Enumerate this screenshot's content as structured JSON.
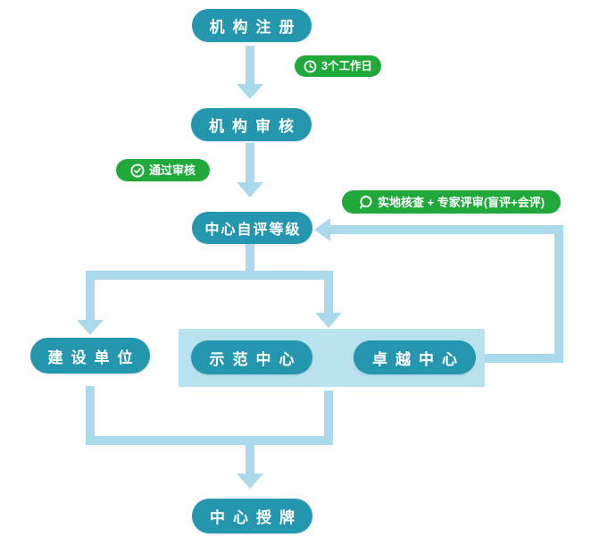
{
  "palette": {
    "node_fill": "#2496ad",
    "connector": "#a9d9ea",
    "container_fill": "#b9e2ee",
    "badge_green": "#20a83b",
    "text_white": "#ffffff"
  },
  "flowchart": {
    "nodes": {
      "registration": "机构注册",
      "review": "机构审核",
      "self_rating": "中心自评等级",
      "construction_unit": "建设单位",
      "demonstration_center": "示范中心",
      "excellence_center": "卓越中心",
      "award": "中心授牌"
    },
    "badges": {
      "working_days": "3个工作日",
      "pass_review": "通过审核",
      "expert_review": "实地核查 + 专家评审(盲评+会评)"
    },
    "icons": {
      "working_days": "clock-icon",
      "pass_review": "check-circle-icon",
      "expert_review": "search-icon"
    }
  }
}
